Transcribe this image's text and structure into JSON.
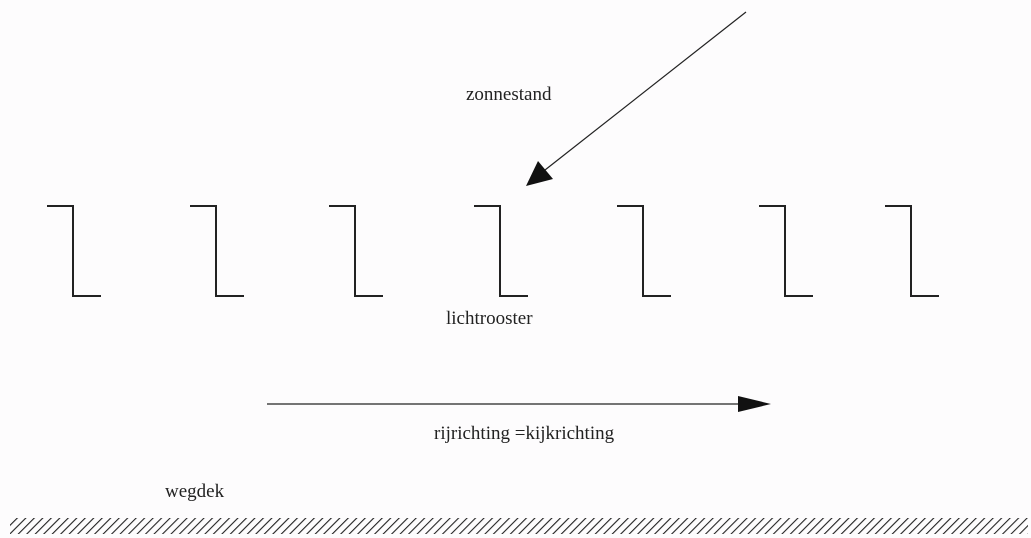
{
  "labels": {
    "sun_position": "zonnestand",
    "light_grid": "lichtrooster",
    "driving_direction": "rijrichting =kijkrichting",
    "road_surface": "wegdek"
  },
  "louvres": {
    "count": 7
  },
  "colors": {
    "line": "#222222",
    "background": "#fdfcfd"
  }
}
